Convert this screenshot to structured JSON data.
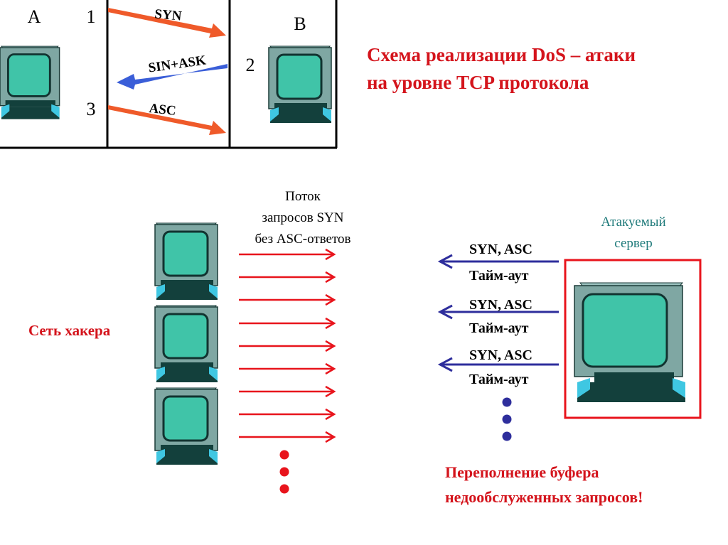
{
  "top_panel": {
    "node_a": "A",
    "node_b": "B",
    "step_1": "1",
    "step_2": "2",
    "step_3": "3",
    "msg_syn": "SYN",
    "msg_sin_ask": "SIN+ASK",
    "msg_asc": "ASC"
  },
  "title": {
    "line1": "Схема реализации DoS – атаки",
    "line2": "на уровне TCP протокола"
  },
  "hacker_side": {
    "flow_line1": "Поток",
    "flow_line2": "запросов SYN",
    "flow_line3": "без ASC-ответов",
    "network_label": "Сеть хакера"
  },
  "server_side": {
    "label_line1": "Атакуемый",
    "label_line2": "сервер",
    "replies": [
      {
        "msg": "SYN, ASC",
        "timeout": "Тайм-аут"
      },
      {
        "msg": "SYN, ASC",
        "timeout": "Тайм-аут"
      },
      {
        "msg": "SYN, ASC",
        "timeout": "Тайм-аут"
      }
    ],
    "overflow_line1": "Переполнение буфера",
    "overflow_line2": "недообслуженных запросов!"
  },
  "colors": {
    "screen": "#40c4a8",
    "monitor_body": "#7fa7a3",
    "base": "#13403c",
    "title_red": "#d4141c",
    "server_label": "#1e7a7a",
    "flood_arrow": "#e8141c",
    "reply_arrow": "#2e2e9c",
    "orange_arrow": "#ef5a2a",
    "blue_arrow": "#3a5ed8"
  }
}
